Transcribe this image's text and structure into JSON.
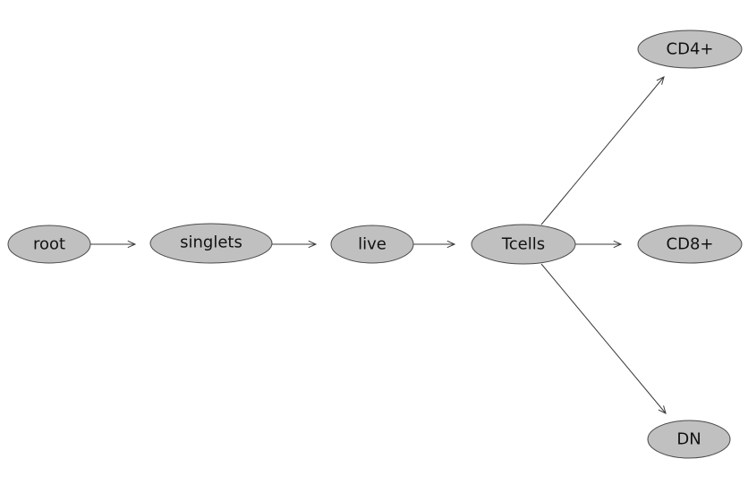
{
  "diagram": {
    "type": "gating-hierarchy",
    "colors": {
      "node_fill": "#c0c0c0",
      "node_stroke": "#4a4a4a",
      "edge": "#3a3a3a",
      "background": "#ffffff"
    },
    "nodes": [
      {
        "id": "root",
        "label": "root"
      },
      {
        "id": "singlets",
        "label": "singlets"
      },
      {
        "id": "live",
        "label": "live"
      },
      {
        "id": "Tcells",
        "label": "Tcells"
      },
      {
        "id": "CD4+",
        "label": "CD4+"
      },
      {
        "id": "CD8+",
        "label": "CD8+"
      },
      {
        "id": "DN",
        "label": "DN"
      }
    ],
    "edges": [
      {
        "from": "root",
        "to": "singlets"
      },
      {
        "from": "singlets",
        "to": "live"
      },
      {
        "from": "live",
        "to": "Tcells"
      },
      {
        "from": "Tcells",
        "to": "CD4+"
      },
      {
        "from": "Tcells",
        "to": "CD8+"
      },
      {
        "from": "Tcells",
        "to": "DN"
      }
    ]
  }
}
